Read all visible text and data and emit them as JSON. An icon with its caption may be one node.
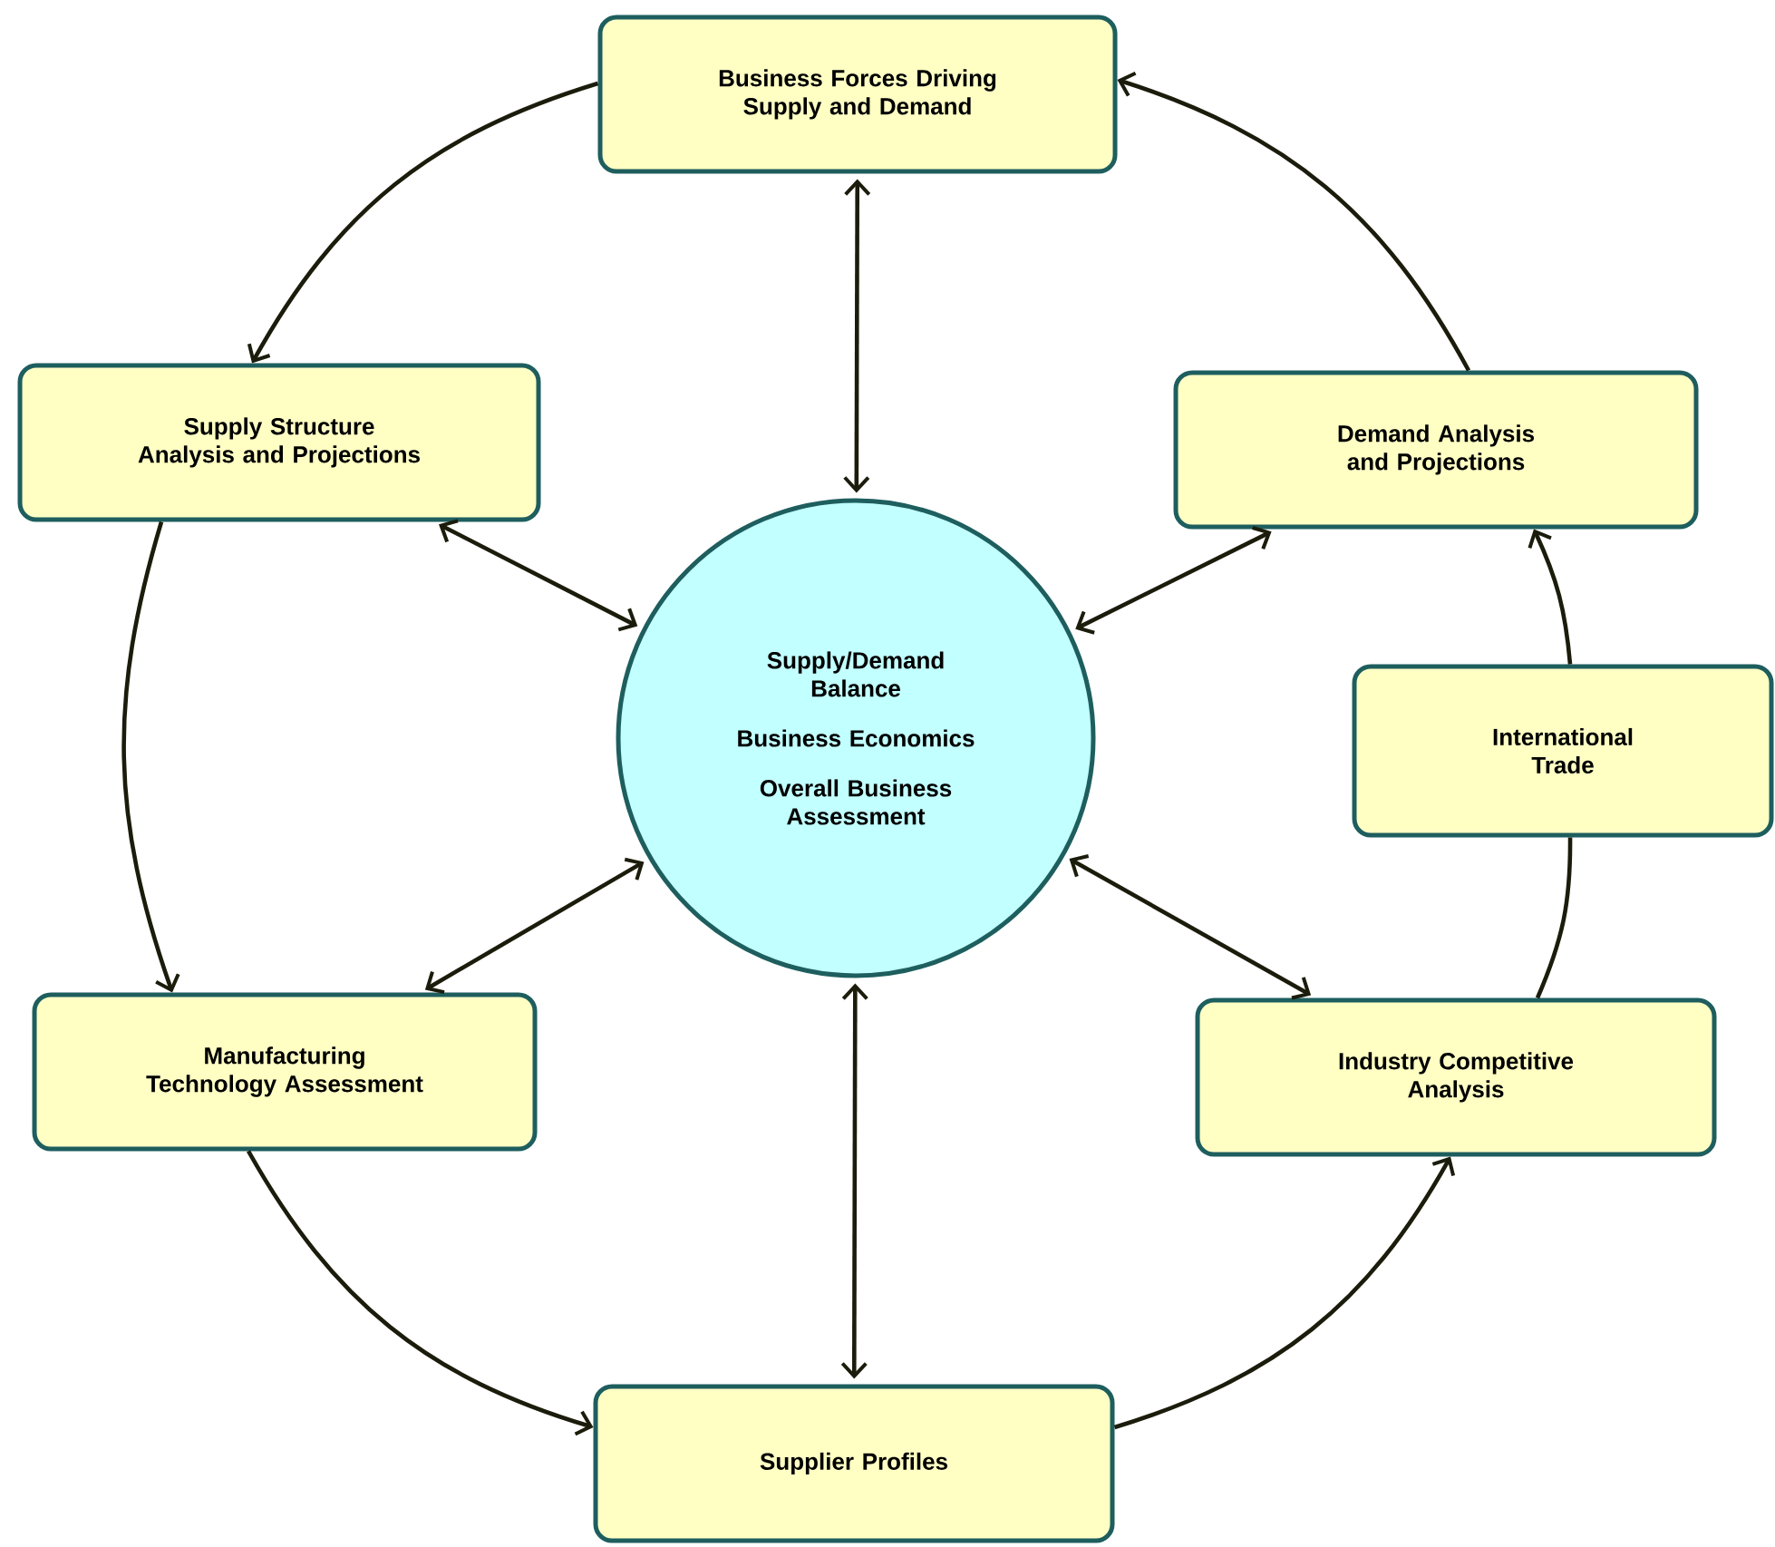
{
  "diagram": {
    "nodes": [
      {
        "text": [
          "Supply/Demand Balance",
          "Business Economics",
          "Overall Business Assessment"
        ]
      },
      {
        "text": [
          "Business Forces Driving Supply and Demand"
        ]
      },
      {
        "text": [
          "Supply Structure Analysis and Projections"
        ]
      },
      {
        "text": [
          "Demand Analysis and Projections"
        ]
      },
      {
        "text": [
          "International Trade"
        ]
      },
      {
        "text": [
          "Manufacturing Technology Assessment"
        ]
      },
      {
        "text": [
          "Industry Competitive Analysis"
        ]
      },
      {
        "text": [
          "Supplier Profiles"
        ]
      }
    ],
    "edges": [
      {
        "from": 1,
        "to": 2,
        "arrow": "to"
      },
      {
        "from": 2,
        "to": 5,
        "arrow": "to"
      },
      {
        "from": 5,
        "to": 7,
        "arrow": "to"
      },
      {
        "from": 7,
        "to": 6,
        "arrow": "to"
      },
      {
        "from": 6,
        "to": 4,
        "arrow": "none"
      },
      {
        "from": 4,
        "to": 3,
        "arrow": "to"
      },
      {
        "from": 3,
        "to": 1,
        "arrow": "to"
      },
      {
        "from": 0,
        "to": 1,
        "arrow": "both"
      },
      {
        "from": 0,
        "to": 2,
        "arrow": "both"
      },
      {
        "from": 0,
        "to": 3,
        "arrow": "both"
      },
      {
        "from": 0,
        "to": 5,
        "arrow": "both"
      },
      {
        "from": 0,
        "to": 6,
        "arrow": "both"
      },
      {
        "from": 0,
        "to": 7,
        "arrow": "both"
      }
    ]
  }
}
